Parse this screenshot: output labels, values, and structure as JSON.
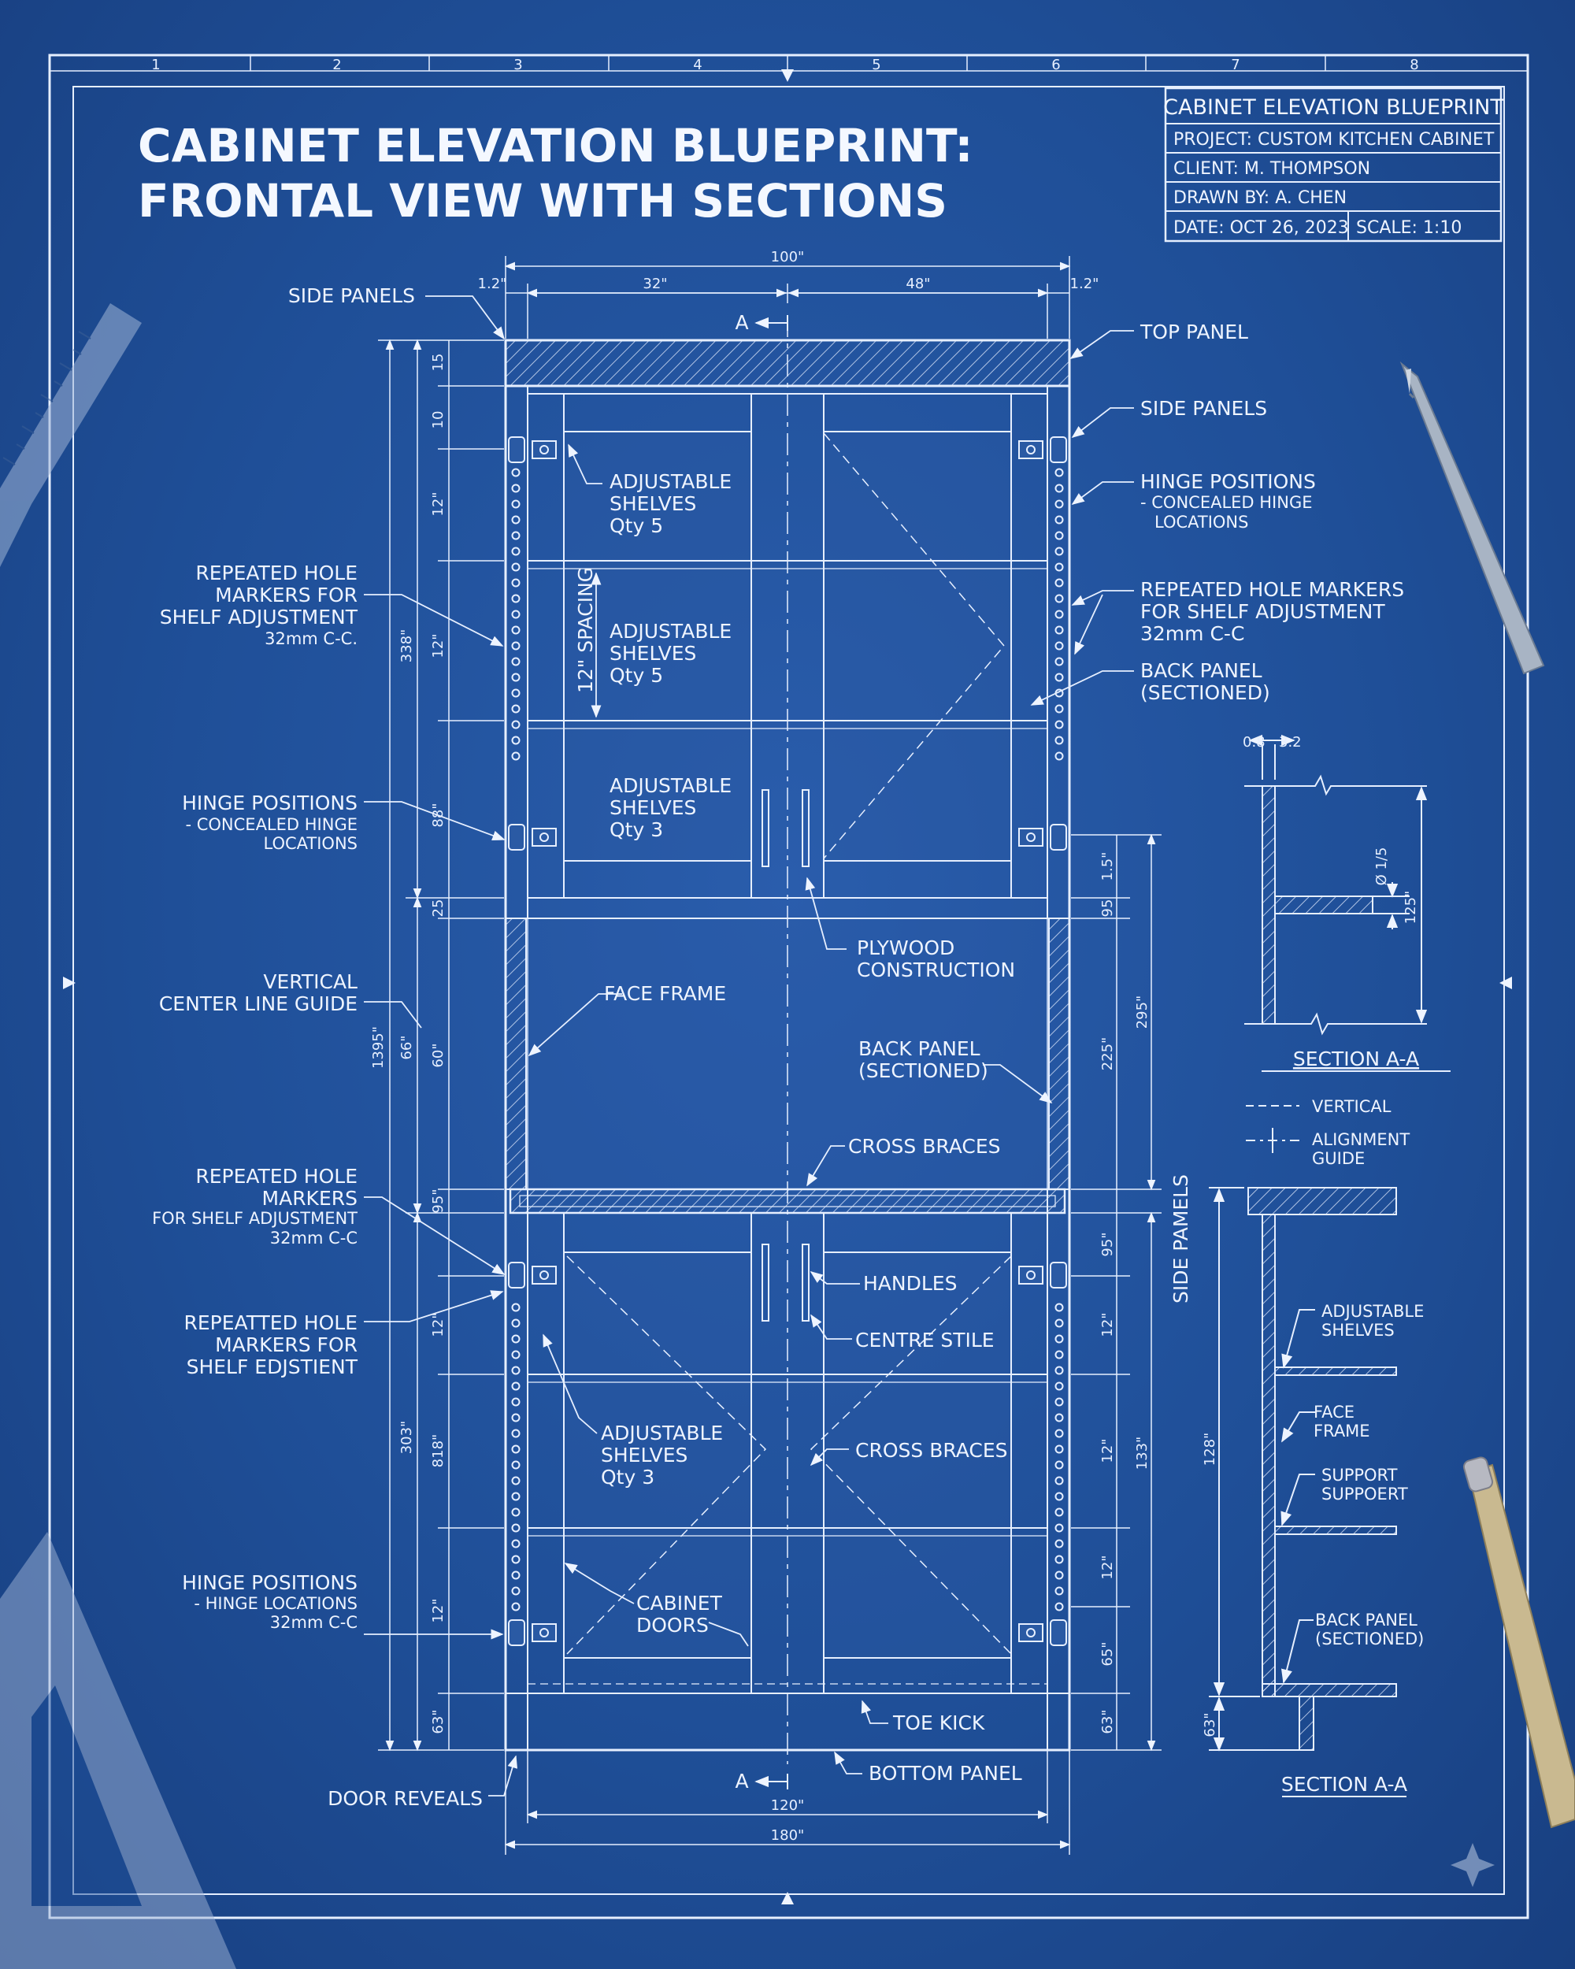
{
  "title": {
    "line1": "CABINET ELEVATION BLUEPRINT:",
    "line2": "FRONTAL VIEW WITH SECTIONS"
  },
  "title_block": {
    "heading": "CABINET ELEVATION BLUEPRINT",
    "project": "PROJECT: CUSTOM KITCHEN CABINET",
    "client": "CLIENT: M. THOMPSON",
    "drawn_by": "DRAWN BY: A. CHEN",
    "date": "DATE: OCT 26, 2023",
    "scale": "SCALE: 1:10"
  },
  "grid_numbers": [
    "1",
    "2",
    "3",
    "4",
    "5",
    "6",
    "7",
    "8"
  ],
  "colors": {
    "background": "#1e4d96",
    "line": "#e6efff",
    "panel": "#2a5aa4"
  },
  "callouts": {
    "side_panels": "SIDE PANELS",
    "top_panel": "TOP PANEL",
    "side_panels_r": "SIDE PANELS",
    "hinge_r": [
      "HINGE POSITIONS",
      "- CONCEALED HINGE",
      "LOCATIONS"
    ],
    "holes_r": [
      "REPEATED HOLE MARKERS",
      "FOR SHELF ADJUSTMENT",
      "32mm C-C"
    ],
    "back_panel_r": [
      "BACK PANEL",
      "(SECTIONED)"
    ],
    "holes_l1": [
      "REPEATED HOLE",
      "MARKERS FOR",
      "SHELF ADJUSTMENT",
      "32mm C-C."
    ],
    "hinge_l1": [
      "HINGE POSITIONS",
      "- CONCEALED HINGE",
      "LOCATIONS"
    ],
    "centerline": [
      "VERTICAL",
      "CENTER LINE GUIDE"
    ],
    "holes_l2": [
      "REPEATED HOLE",
      "MARKERS",
      "FOR SHELF ADJUSTMENT",
      "32mm C-C"
    ],
    "holes_l3": [
      "REPEATTED HOLE",
      "MARKERS FOR",
      "SHELF EDJSTIENT"
    ],
    "hinge_l2": [
      "HINGE POSITIONS",
      "- HINGE LOCATIONS",
      "32mm C-C"
    ],
    "door_reveals": "DOOR REVEALS",
    "shelves_1": [
      "ADJUSTABLE",
      "SHELVES",
      "Qty 5"
    ],
    "shelves_2": [
      "ADJUSTABLE",
      "SHELVES",
      "Qty 5"
    ],
    "shelves_3": [
      "ADJUSTABLE",
      "SHELVES",
      "Qty 3"
    ],
    "shelves_4": [
      "ADJUSTABLE",
      "SHELVES",
      "Qty 3"
    ],
    "spacing": "12\" SPACING",
    "plywood": [
      "PLYWOOD",
      "CONSTRUCTION"
    ],
    "face_frame": "FACE FRAME",
    "back_panel_mid": [
      "BACK PANEL",
      "(SECTIONED)"
    ],
    "cross_braces_mid": "CROSS BRACES",
    "handles": "HANDLES",
    "centre_stile": "CENTRE STILE",
    "cross_braces_low": "CROSS BRACES",
    "cabinet_doors": [
      "CABINET",
      "DOORS"
    ],
    "toe_kick": "TOE KICK",
    "bottom_panel": "BOTTOM PANEL",
    "side_pamels_vertical": "SIDE PAMELS"
  },
  "dimensions": {
    "top_overall": "100\"",
    "top_left_side": "1.2\"",
    "top_left_bay": "32\"",
    "top_right_bay": "48\"",
    "top_right_side": "1.2\"",
    "bottom_inner": "120\"",
    "bottom_overall": "180\"",
    "left_seg": [
      "15",
      "10",
      "12\"",
      "12\"",
      "88\"",
      "25",
      "60\"",
      "95\"",
      "12\"",
      "818\"",
      "12\"",
      "63\""
    ],
    "left_mid": [
      "338\"",
      "66\"",
      "303\""
    ],
    "left_overall": "1395\"",
    "right_seg": [
      "1.5\"",
      "95",
      "225\"",
      "95\"",
      "12\"",
      "12\"",
      "12\"",
      "65\"",
      "63\""
    ],
    "right_mid": [
      "295\"",
      "133\""
    ],
    "section_marks": [
      "A",
      "A"
    ]
  },
  "section_detail": {
    "thk_a": "0.8",
    "thk_b": "3.2",
    "dia": "Ø 1/5",
    "height": "125\"",
    "label": "SECTION A-A",
    "legend_vertical": "VERTICAL",
    "legend_alignment": [
      "ALIGNMENT",
      "GUIDE"
    ]
  },
  "section_detail_2": {
    "height": "128\"",
    "bottom": "63\"",
    "adjustable": [
      "ADJUSTABLE",
      "SHELVES"
    ],
    "face_frame": [
      "FACE",
      "FRAME"
    ],
    "support": [
      "SUPPORT",
      "SUPPOERT"
    ],
    "back_panel": [
      "BACK PANEL",
      "(SECTIONED)"
    ],
    "label": "SECTION A-A"
  }
}
